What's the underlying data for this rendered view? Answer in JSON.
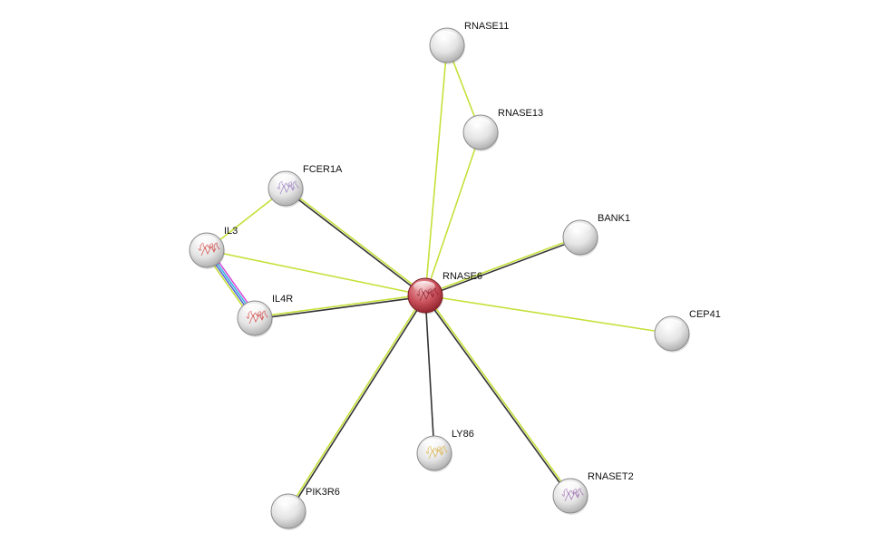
{
  "network": {
    "query_node": "RNASE6",
    "colors": {
      "textmining": "#c7e03a",
      "coexpression": "#333333",
      "database": "#3bb8e0",
      "experiments": "#d94ed9",
      "homology": "#5a6ad6",
      "query_node": "#c23a42",
      "node": "#e2e2e2"
    },
    "nodes": [
      {
        "id": "RNASE11",
        "label": "RNASE11",
        "structure": false
      },
      {
        "id": "RNASE13",
        "label": "RNASE13",
        "structure": false
      },
      {
        "id": "FCER1A",
        "label": "FCER1A",
        "structure": true,
        "structure_color": "#9a7cc0"
      },
      {
        "id": "IL3",
        "label": "IL3",
        "structure": true,
        "structure_color": "#d04040"
      },
      {
        "id": "BANK1",
        "label": "BANK1",
        "structure": false
      },
      {
        "id": "RNASE6",
        "label": "RNASE6",
        "structure": true,
        "structure_color": "#8a2030"
      },
      {
        "id": "IL4R",
        "label": "IL4R",
        "structure": true,
        "structure_color": "#d04040"
      },
      {
        "id": "CEP41",
        "label": "CEP41",
        "structure": false
      },
      {
        "id": "LY86",
        "label": "LY86",
        "structure": true,
        "structure_color": "#d8b040"
      },
      {
        "id": "RNASET2",
        "label": "RNASET2",
        "structure": true,
        "structure_color": "#9a6ab0"
      },
      {
        "id": "PIK3R6",
        "label": "PIK3R6",
        "structure": false
      }
    ],
    "edges": [
      {
        "source": "RNASE11",
        "target": "RNASE6",
        "evidence": [
          "textmining"
        ]
      },
      {
        "source": "RNASE11",
        "target": "RNASE13",
        "evidence": [
          "textmining"
        ]
      },
      {
        "source": "RNASE13",
        "target": "RNASE6",
        "evidence": [
          "textmining"
        ]
      },
      {
        "source": "FCER1A",
        "target": "RNASE6",
        "evidence": [
          "textmining",
          "coexpression"
        ]
      },
      {
        "source": "FCER1A",
        "target": "IL3",
        "evidence": [
          "textmining"
        ]
      },
      {
        "source": "IL3",
        "target": "RNASE6",
        "evidence": [
          "textmining"
        ]
      },
      {
        "source": "IL3",
        "target": "IL4R",
        "evidence": [
          "experiments",
          "database",
          "homology",
          "textmining"
        ]
      },
      {
        "source": "IL4R",
        "target": "RNASE6",
        "evidence": [
          "textmining",
          "coexpression"
        ]
      },
      {
        "source": "BANK1",
        "target": "RNASE6",
        "evidence": [
          "coexpression",
          "textmining"
        ]
      },
      {
        "source": "CEP41",
        "target": "RNASE6",
        "evidence": [
          "textmining"
        ]
      },
      {
        "source": "LY86",
        "target": "RNASE6",
        "evidence": [
          "coexpression"
        ]
      },
      {
        "source": "RNASET2",
        "target": "RNASE6",
        "evidence": [
          "coexpression",
          "textmining"
        ]
      },
      {
        "source": "PIK3R6",
        "target": "RNASE6",
        "evidence": [
          "textmining",
          "coexpression"
        ]
      }
    ]
  }
}
